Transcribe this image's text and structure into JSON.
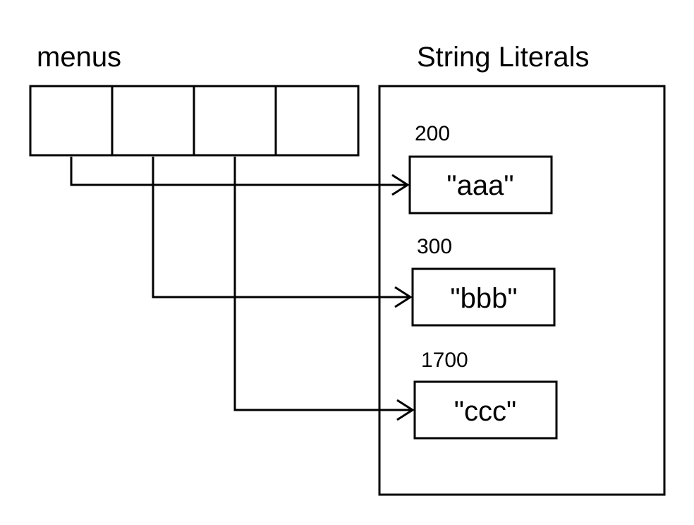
{
  "array": {
    "title": "menus",
    "cells": [
      "",
      "",
      "",
      ""
    ]
  },
  "pool": {
    "title": "String Literals",
    "entries": [
      {
        "address": "200",
        "value": "\"aaa\""
      },
      {
        "address": "300",
        "value": "\"bbb\""
      },
      {
        "address": "1700",
        "value": "\"ccc\""
      }
    ]
  },
  "colors": {
    "stroke": "#000000",
    "background": "#ffffff"
  }
}
